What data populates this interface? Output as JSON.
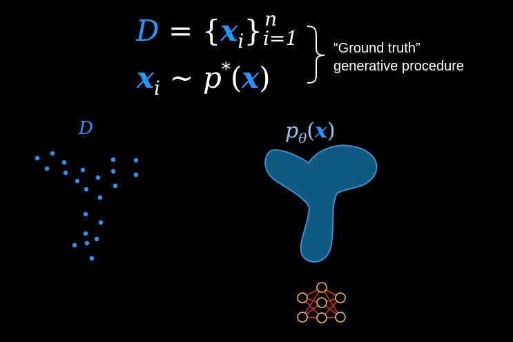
{
  "formula_dataset": {
    "lhs": "D",
    "equals": "=",
    "open_brace": "{",
    "var": "x",
    "index": "i",
    "close_brace": "}",
    "superscript": "n",
    "subscript_range": "i=1"
  },
  "formula_sampling": {
    "var": "x",
    "index": "i",
    "tilde": "~",
    "dist": "p",
    "star": "*",
    "open_paren": "(",
    "arg": "x",
    "close_paren": ")"
  },
  "caption": {
    "line1": "“Ground truth”",
    "line2": "generative procedure"
  },
  "dataset_label": "D",
  "model_label": {
    "p": "p",
    "theta": "θ",
    "open_paren": "(",
    "arg": "x",
    "close_paren": ")"
  },
  "colors": {
    "background": "#000000",
    "data_blue": "#1f9bff",
    "label_light_blue": "#9fc3ee",
    "density_fill": "#0f5a80",
    "density_stroke": "#3b8fd0",
    "nn_node": "#f2c14e",
    "nn_edge": "#e02a2a"
  },
  "icons": {
    "brace": "right-curly-brace-icon",
    "network": "neural-network-icon"
  }
}
